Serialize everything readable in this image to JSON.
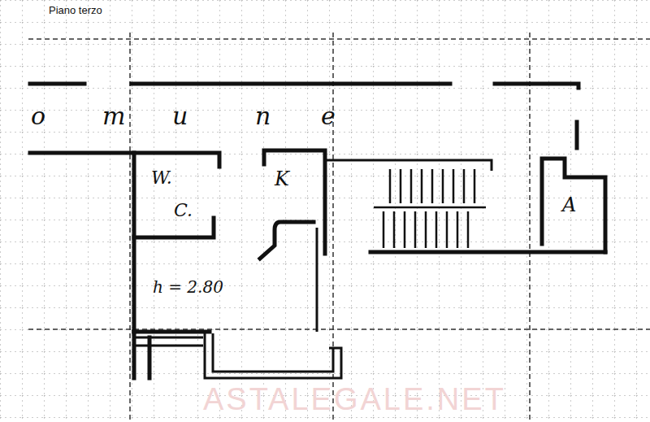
{
  "diagram": {
    "title": "Piano terzo",
    "labels": [
      "o",
      "m",
      "u",
      "n",
      "e",
      "W.",
      "C.",
      "K",
      "A",
      "h = 2.80",
      "ASTALEGALE.NET"
    ]
  }
}
